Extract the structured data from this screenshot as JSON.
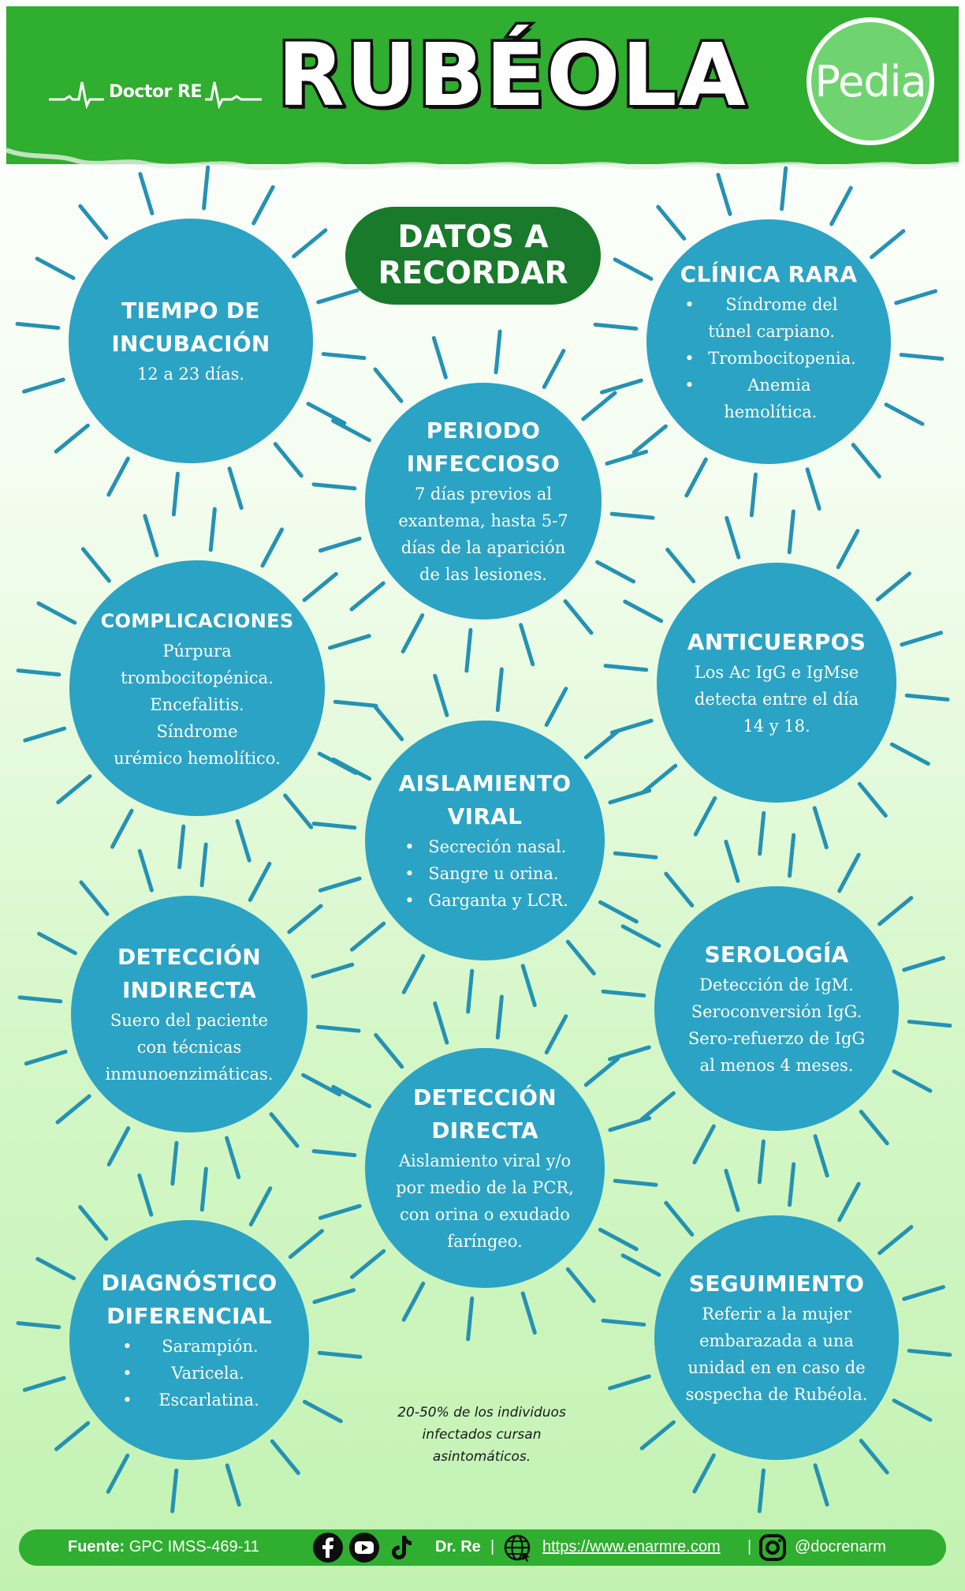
{
  "header": {
    "logo_text": "Doctor RE",
    "title": "RUBÉOLA",
    "badge": "Pedia"
  },
  "datos": {
    "line1": "DATOS A",
    "line2": "RECORDAR"
  },
  "colors": {
    "header_green": "#2fae2f",
    "pill_green": "#187a2a",
    "sun_blue": "#2ba3c4",
    "ray_blue": "#2492b3"
  },
  "cards": {
    "incubacion": {
      "title_l1": "TIEMPO DE",
      "title_l2": "INCUBACIÓN",
      "body": "12 a 23 días."
    },
    "clinica": {
      "title": "CLÍNICA RARA",
      "items": [
        "Síndrome del túnel carpiano.",
        "Trombocitopenia.",
        "Anemia hemolítica."
      ],
      "item1_l1": "Síndrome del",
      "item1_l2": "túnel carpiano.",
      "item2": "Trombocitopenia.",
      "item3_l1": "Anemia",
      "item3_l2": "hemolítica."
    },
    "periodo": {
      "title_l1": "PERIODO",
      "title_l2": "INFECCIOSO",
      "body_l1": "7 días previos al",
      "body_l2": "exantema, hasta 5-7",
      "body_l3": "días de la aparición",
      "body_l4": "de las lesiones."
    },
    "complicaciones": {
      "title": "COMPLICACIONES",
      "body_l1": "Púrpura",
      "body_l2": "trombocitopénica.",
      "body_l3": "Encefalitis.",
      "body_l4": "Síndrome",
      "body_l5": "urémico hemolítico."
    },
    "anticuerpos": {
      "title": "ANTICUERPOS",
      "body_l1": "Los Ac IgG e IgMse",
      "body_l2": "detecta entre el día",
      "body_l3": "14 y 18."
    },
    "aislamiento": {
      "title_l1": "AISLAMIENTO",
      "title_l2": "VIRAL",
      "items": [
        "Secreción nasal.",
        "Sangre u orina.",
        "Garganta y LCR."
      ]
    },
    "deteccion_indirecta": {
      "title_l1": "DETECCIÓN",
      "title_l2": "INDIRECTA",
      "body_l1": "Suero del paciente",
      "body_l2": "con técnicas",
      "body_l3": "inmunoenzimáticas."
    },
    "serologia": {
      "title": "SEROLOGÍA",
      "body_l1": "Detección de IgM.",
      "body_l2": "Seroconversión IgG.",
      "body_l3": "Sero-refuerzo de IgG",
      "body_l4": "al menos 4 meses."
    },
    "deteccion_directa": {
      "title_l1": "DETECCIÓN",
      "title_l2": "DIRECTA",
      "body_l1": "Aislamiento viral y/o",
      "body_l2": "por medio de la PCR,",
      "body_l3": "con orina o exudado",
      "body_l4": "faríngeo."
    },
    "diagnostico": {
      "title_l1": "DIAGNÓSTICO",
      "title_l2": "DIFERENCIAL",
      "items": [
        "Sarampión.",
        "Varicela.",
        "Escarlatina."
      ]
    },
    "seguimiento": {
      "title": "SEGUIMIENTO",
      "body_l1": "Referir a la mujer",
      "body_l2": "embarazada a una",
      "body_l3": "unidad en en caso de",
      "body_l4": "sospecha de Rubéola."
    }
  },
  "footnote": {
    "l1": "20-50% de los individuos",
    "l2": "infectados cursan",
    "l3": "asintomáticos."
  },
  "footer": {
    "fuente_label": "Fuente:",
    "fuente_value": "GPC IMSS-469-11",
    "dr": "Dr. Re",
    "sep": "|",
    "url": "https://www.enarmre.com",
    "handle": "@docrenarm"
  }
}
